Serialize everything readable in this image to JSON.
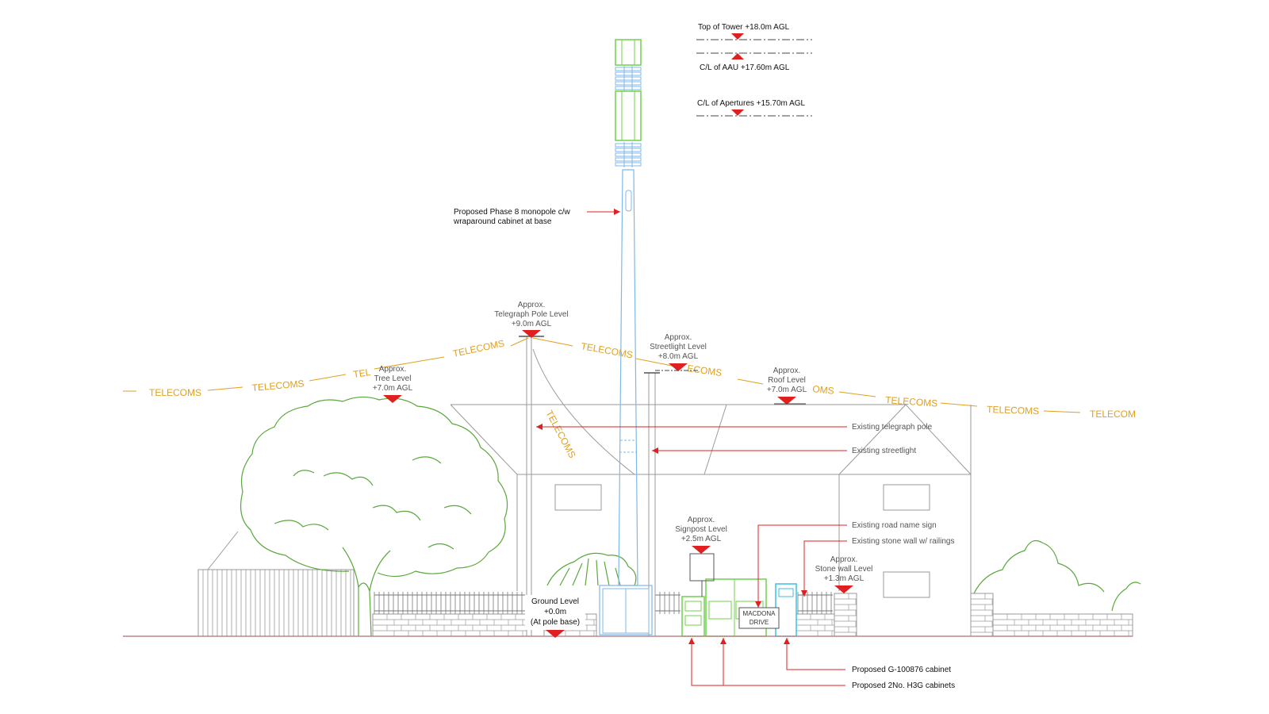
{
  "levels": {
    "top_of_tower": "Top of Tower +18.0m AGL",
    "cl_aau": "C/L of AAU +17.60m AGL",
    "cl_apertures": "C/L of Apertures +15.70m AGL"
  },
  "monopole_label": [
    "Proposed Phase 8 monopole c/w",
    "wraparound cabinet at base"
  ],
  "approx_levels": {
    "telegraph": [
      "Approx.",
      "Telegraph Pole Level",
      "+9.0m AGL"
    ],
    "streetlight": [
      "Approx.",
      "Streetlight Level",
      "+8.0m AGL"
    ],
    "tree": [
      "Approx.",
      "Tree Level",
      "+7.0m AGL"
    ],
    "roof": [
      "Approx.",
      "Roof Level",
      "+7.0m AGL"
    ],
    "signpost": [
      "Approx.",
      "Signpost Level",
      "+2.5m AGL"
    ],
    "stonewall": [
      "Approx.",
      "Stone wall Level",
      "+1.3m AGL"
    ]
  },
  "ground_level": [
    "Ground Level",
    "+0.0m",
    "(At pole base)"
  ],
  "existing_labels": {
    "telegraph_pole": "Existing telegraph pole",
    "streetlight": "Existing streetlight",
    "road_name_sign": "Existing road name sign",
    "stone_wall": "Existing stone wall w/ railings"
  },
  "proposed_labels": {
    "g_cabinet": "Proposed G-100876 cabinet",
    "h3g_cabinets": "Proposed 2No. H3G cabinets"
  },
  "road_sign": [
    "MACDONA",
    "DRIVE"
  ],
  "telecoms_word": "TELECOMS",
  "telecoms_partial": [
    "TEL",
    "ECOMS",
    "TELECOM",
    "OMS"
  ],
  "colors": {
    "monopole": "#7fb8e8",
    "antenna": "#6fd24a",
    "leader": "#e02020",
    "marker": "#e02020",
    "telecoms": "#e0a020",
    "outline": "#9a9a9a",
    "tree": "#5aa83c"
  }
}
